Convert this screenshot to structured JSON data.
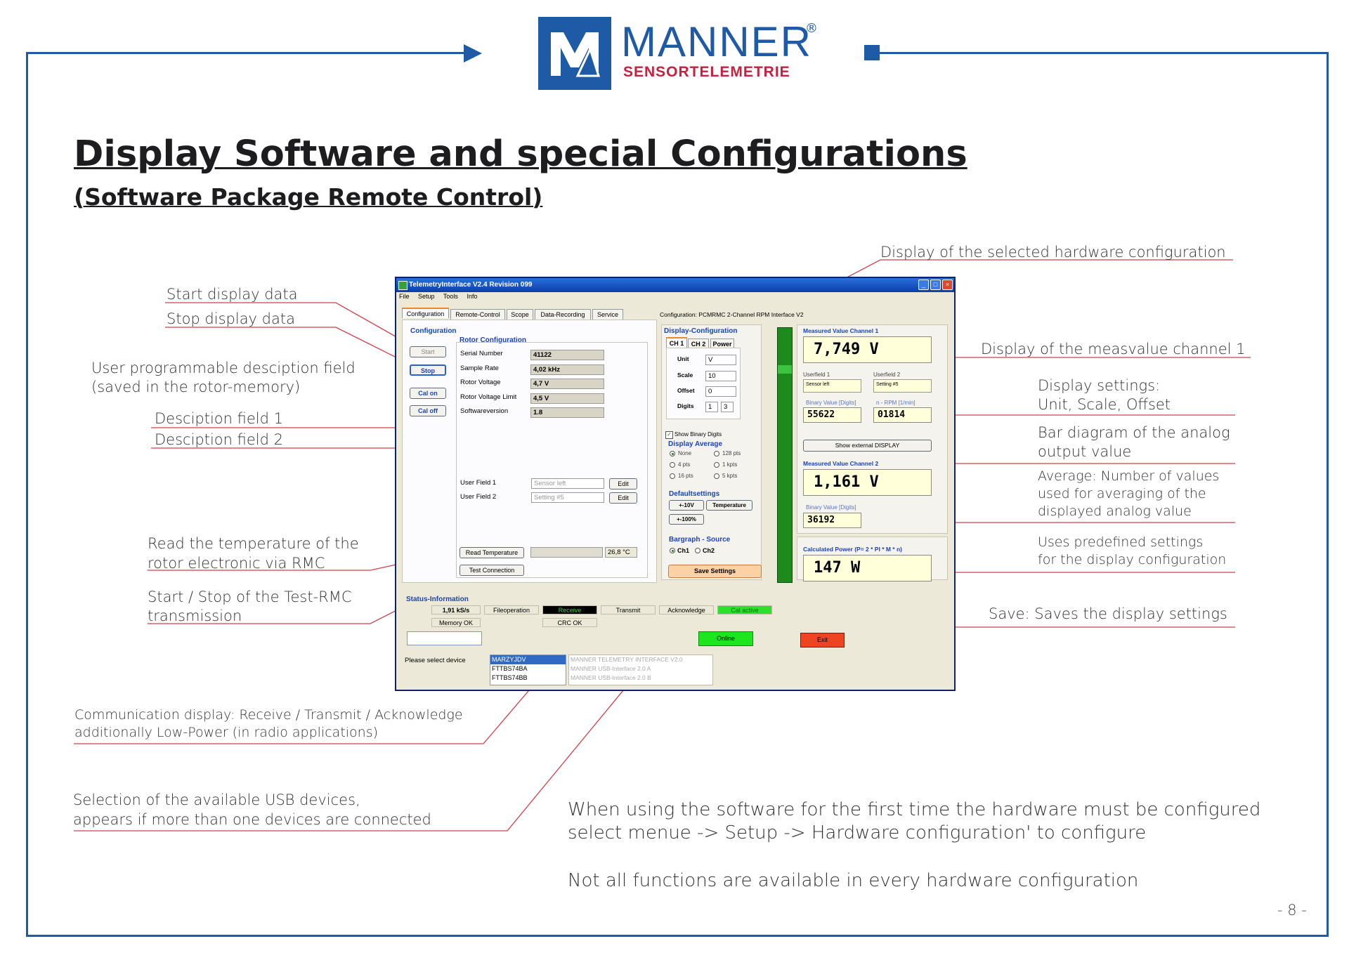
{
  "brand": {
    "name": "MANNER",
    "sub": "SENSORTELEMETRIE",
    "reg": "®",
    "colors": {
      "blue": "#1f5aa6",
      "red": "#c8203f"
    }
  },
  "title": "Display Software and special Configurations",
  "subtitle": "(Software Package Remote Control)",
  "annotations": {
    "hw_config": "Display of the selected hardware configuration",
    "start": "Start display data",
    "stop": "Stop display data",
    "user_field_1": "User programmable desciption field",
    "user_field_2": "(saved in the rotor-memory)",
    "desc1": "Desciption field 1",
    "desc2": "Desciption field 2",
    "read_temp_1": "Read the temperature of the",
    "read_temp_2": "rotor electronic via RMC",
    "test_rmc_1": "Start / Stop of the Test-RMC",
    "test_rmc_2": "transmission",
    "ch1": "Display of the measvalue channel 1",
    "disp_set_1": "Display settings:",
    "disp_set_2": "Unit, Scale, Offset",
    "bar_1": "Bar diagram of the analog",
    "bar_2": "output value",
    "avg_1": "Average: Number of values",
    "avg_2": "used for averaging of the",
    "avg_3": "displayed analog value",
    "predef_1": "Uses predefined settings",
    "predef_2": "for the display configuration",
    "save": "Save: Saves the display settings",
    "comm_1": "Communication display: Receive / Transmit / Acknowledge",
    "comm_2": "additionally Low-Power (in radio applications)",
    "usb_1": "Selection of the available USB devices,",
    "usb_2": "appears if more than one devices are connected"
  },
  "notes": {
    "line1": "When using the software for the first time the hardware must be configured",
    "line2": "select menue -> Setup -> Hardware configuration' to configure",
    "line3": "Not all functions are available in every hardware configuration"
  },
  "page_number": "- 8 -",
  "app": {
    "title": "TelemetryInterface V2.4 Revision 099",
    "menu": [
      "File",
      "Setup",
      "Tools",
      "Info"
    ],
    "tabs": [
      "Configuration",
      "Remote-Control",
      "Scope",
      "Data-Recording",
      "Service"
    ],
    "config_label": "Configuration: PCMRMC 2-Channel RPM Interface V2",
    "configuration_title": "Configuration",
    "buttons": {
      "start": "Start",
      "stop": "Stop",
      "cal_on": "Cal on",
      "cal_off": "Cal off",
      "edit1": "Edit",
      "edit2": "Edit",
      "read_temp": "Read Temperature",
      "test_conn": "Test Connection",
      "save_settings": "Save Settings",
      "exit": "Exit",
      "show_ext": "Show external DISPLAY",
      "btn_10v": "+-10V",
      "btn_temp": "Temperature",
      "btn_100": "+-100%"
    },
    "rotor": {
      "title": "Rotor Configuration",
      "rows": [
        {
          "label": "Serial Number",
          "value": "41122"
        },
        {
          "label": "Sample Rate",
          "value": "4,02 kHz"
        },
        {
          "label": "Rotor Voltage",
          "value": "4,7 V"
        },
        {
          "label": "Rotor Voltage Limit",
          "value": "4,5 V"
        },
        {
          "label": "Softwareversion",
          "value": "1.8"
        }
      ],
      "user_field_1_label": "User Field 1",
      "user_field_1_value": "Sensor left",
      "user_field_2_label": "User Field 2",
      "user_field_2_value": "Setting #5",
      "temperature": "26,8 °C"
    },
    "display_config": {
      "title": "Display-Configuration",
      "tabs": [
        "CH 1",
        "CH 2",
        "Power"
      ],
      "unit_label": "Unit",
      "unit": "V",
      "scale_label": "Scale",
      "scale": "10",
      "offset_label": "Offset",
      "offset": "0",
      "digits_label": "Digits",
      "digits_a": "1",
      "digits_b": "3",
      "show_binary": "Show Binary Digits",
      "avg_title": "Display Average",
      "avg_options": [
        "None",
        "128 pts",
        "4 pts",
        "1 kpts",
        "16 pts",
        "5 kpts"
      ],
      "defaults_title": "Defaultsettings",
      "bargraph_title": "Bargraph - Source",
      "bargraph_ch1": "Ch1",
      "bargraph_ch2": "Ch2"
    },
    "measure": {
      "ch1_title": "Measured Value Channel 1",
      "ch1_value": "7,749 V",
      "userfield1_label": "Userfield 1",
      "userfield1_value": "Sensor left",
      "userfield2_label": "Userfield 2",
      "userfield2_value": "Setting #5",
      "binary_label": "Binary Value [Digits]",
      "rpm_label": "n - RPM [1/min]",
      "binary_value": "55622",
      "rpm_value": "01814",
      "ch2_title": "Measured Value Channel 2",
      "ch2_value": "1,161 V",
      "binary2_label": "Binary Value [Digits]",
      "binary2_value": "36192",
      "power_title": "Calculated Power (P= 2 * PI * M * n)",
      "power_value": "147 W"
    },
    "status": {
      "title": "Status-Information",
      "rate": "1,91 kS/s",
      "fileop": "Fileoperation",
      "receive": "Receive",
      "transmit": "Transmit",
      "acknowledge": "Acknowledge",
      "cal_active": "Cal active",
      "memory": "Memory OK",
      "crc": "CRC OK",
      "online": "Online",
      "select_device": "Please select device",
      "devices": [
        "MARZYJDV",
        "FTTBS74BA",
        "FTTBS74BB"
      ],
      "descriptions": [
        "MANNER TELEMETRY INTERFACE V2.0",
        "MANNER USB-Interface 2.0 A",
        "MANNER USB-Interface 2.0 B"
      ]
    }
  }
}
